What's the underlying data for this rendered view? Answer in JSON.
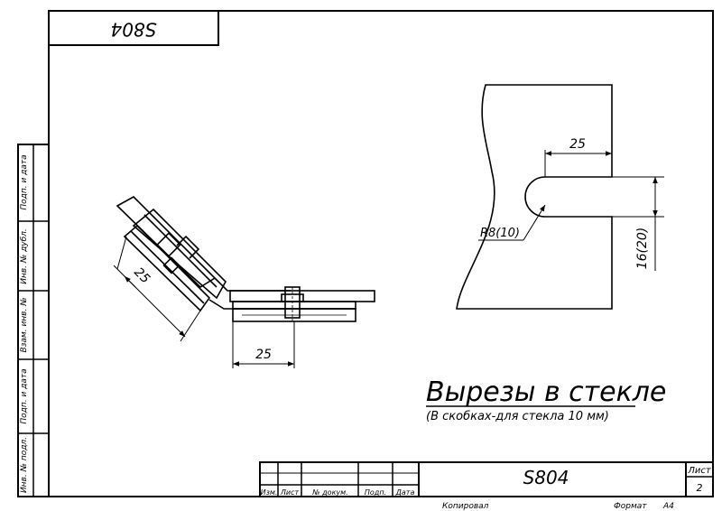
{
  "stamp": {
    "code_mirrored": "S804",
    "code": "S804",
    "sheet_label": "Лист",
    "sheet_number": "2",
    "columns": [
      "Изм.",
      "Лист",
      "№ докум.",
      "Подп.",
      "Дата"
    ],
    "copied_by": "Копировал",
    "format_label": "Формат",
    "format_value": "A4"
  },
  "side_strip": [
    "Инв. № подл.",
    "Подп. и дата",
    "Взам. инв. №",
    "Инв. № дубл.",
    "Подп. и дата"
  ],
  "title": {
    "main": "Вырезы в стекле",
    "note": "(В скобках-для стекла 10 мм)"
  },
  "dimensions": {
    "hinge_angled": "25",
    "hinge_flat": "25",
    "cutout_width": "25",
    "cutout_radius": "R8(10)",
    "cutout_height": "16(20)"
  }
}
